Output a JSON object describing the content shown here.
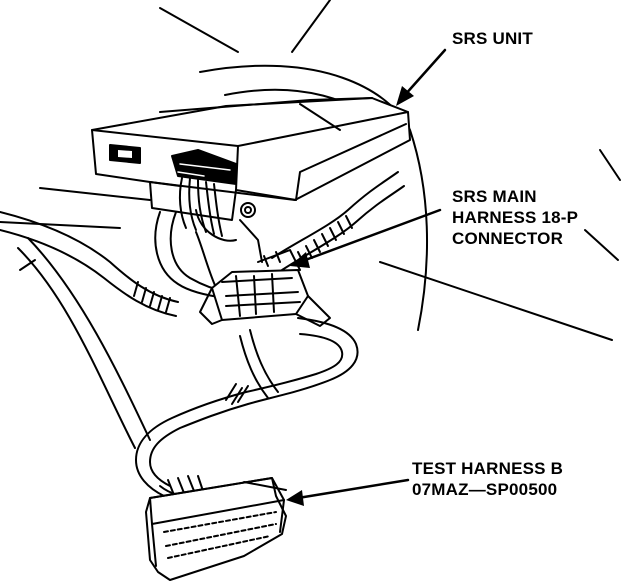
{
  "labels": {
    "srs_unit": "SRS UNIT",
    "main_connector": {
      "line1": "SRS MAIN",
      "line2": "HARNESS 18-P",
      "line3": "CONNECTOR"
    },
    "test_harness": {
      "line1": "TEST HARNESS B",
      "line2": "07MAZ—SP00500"
    }
  },
  "colors": {
    "ink": "#000000",
    "paper": "#ffffff"
  }
}
